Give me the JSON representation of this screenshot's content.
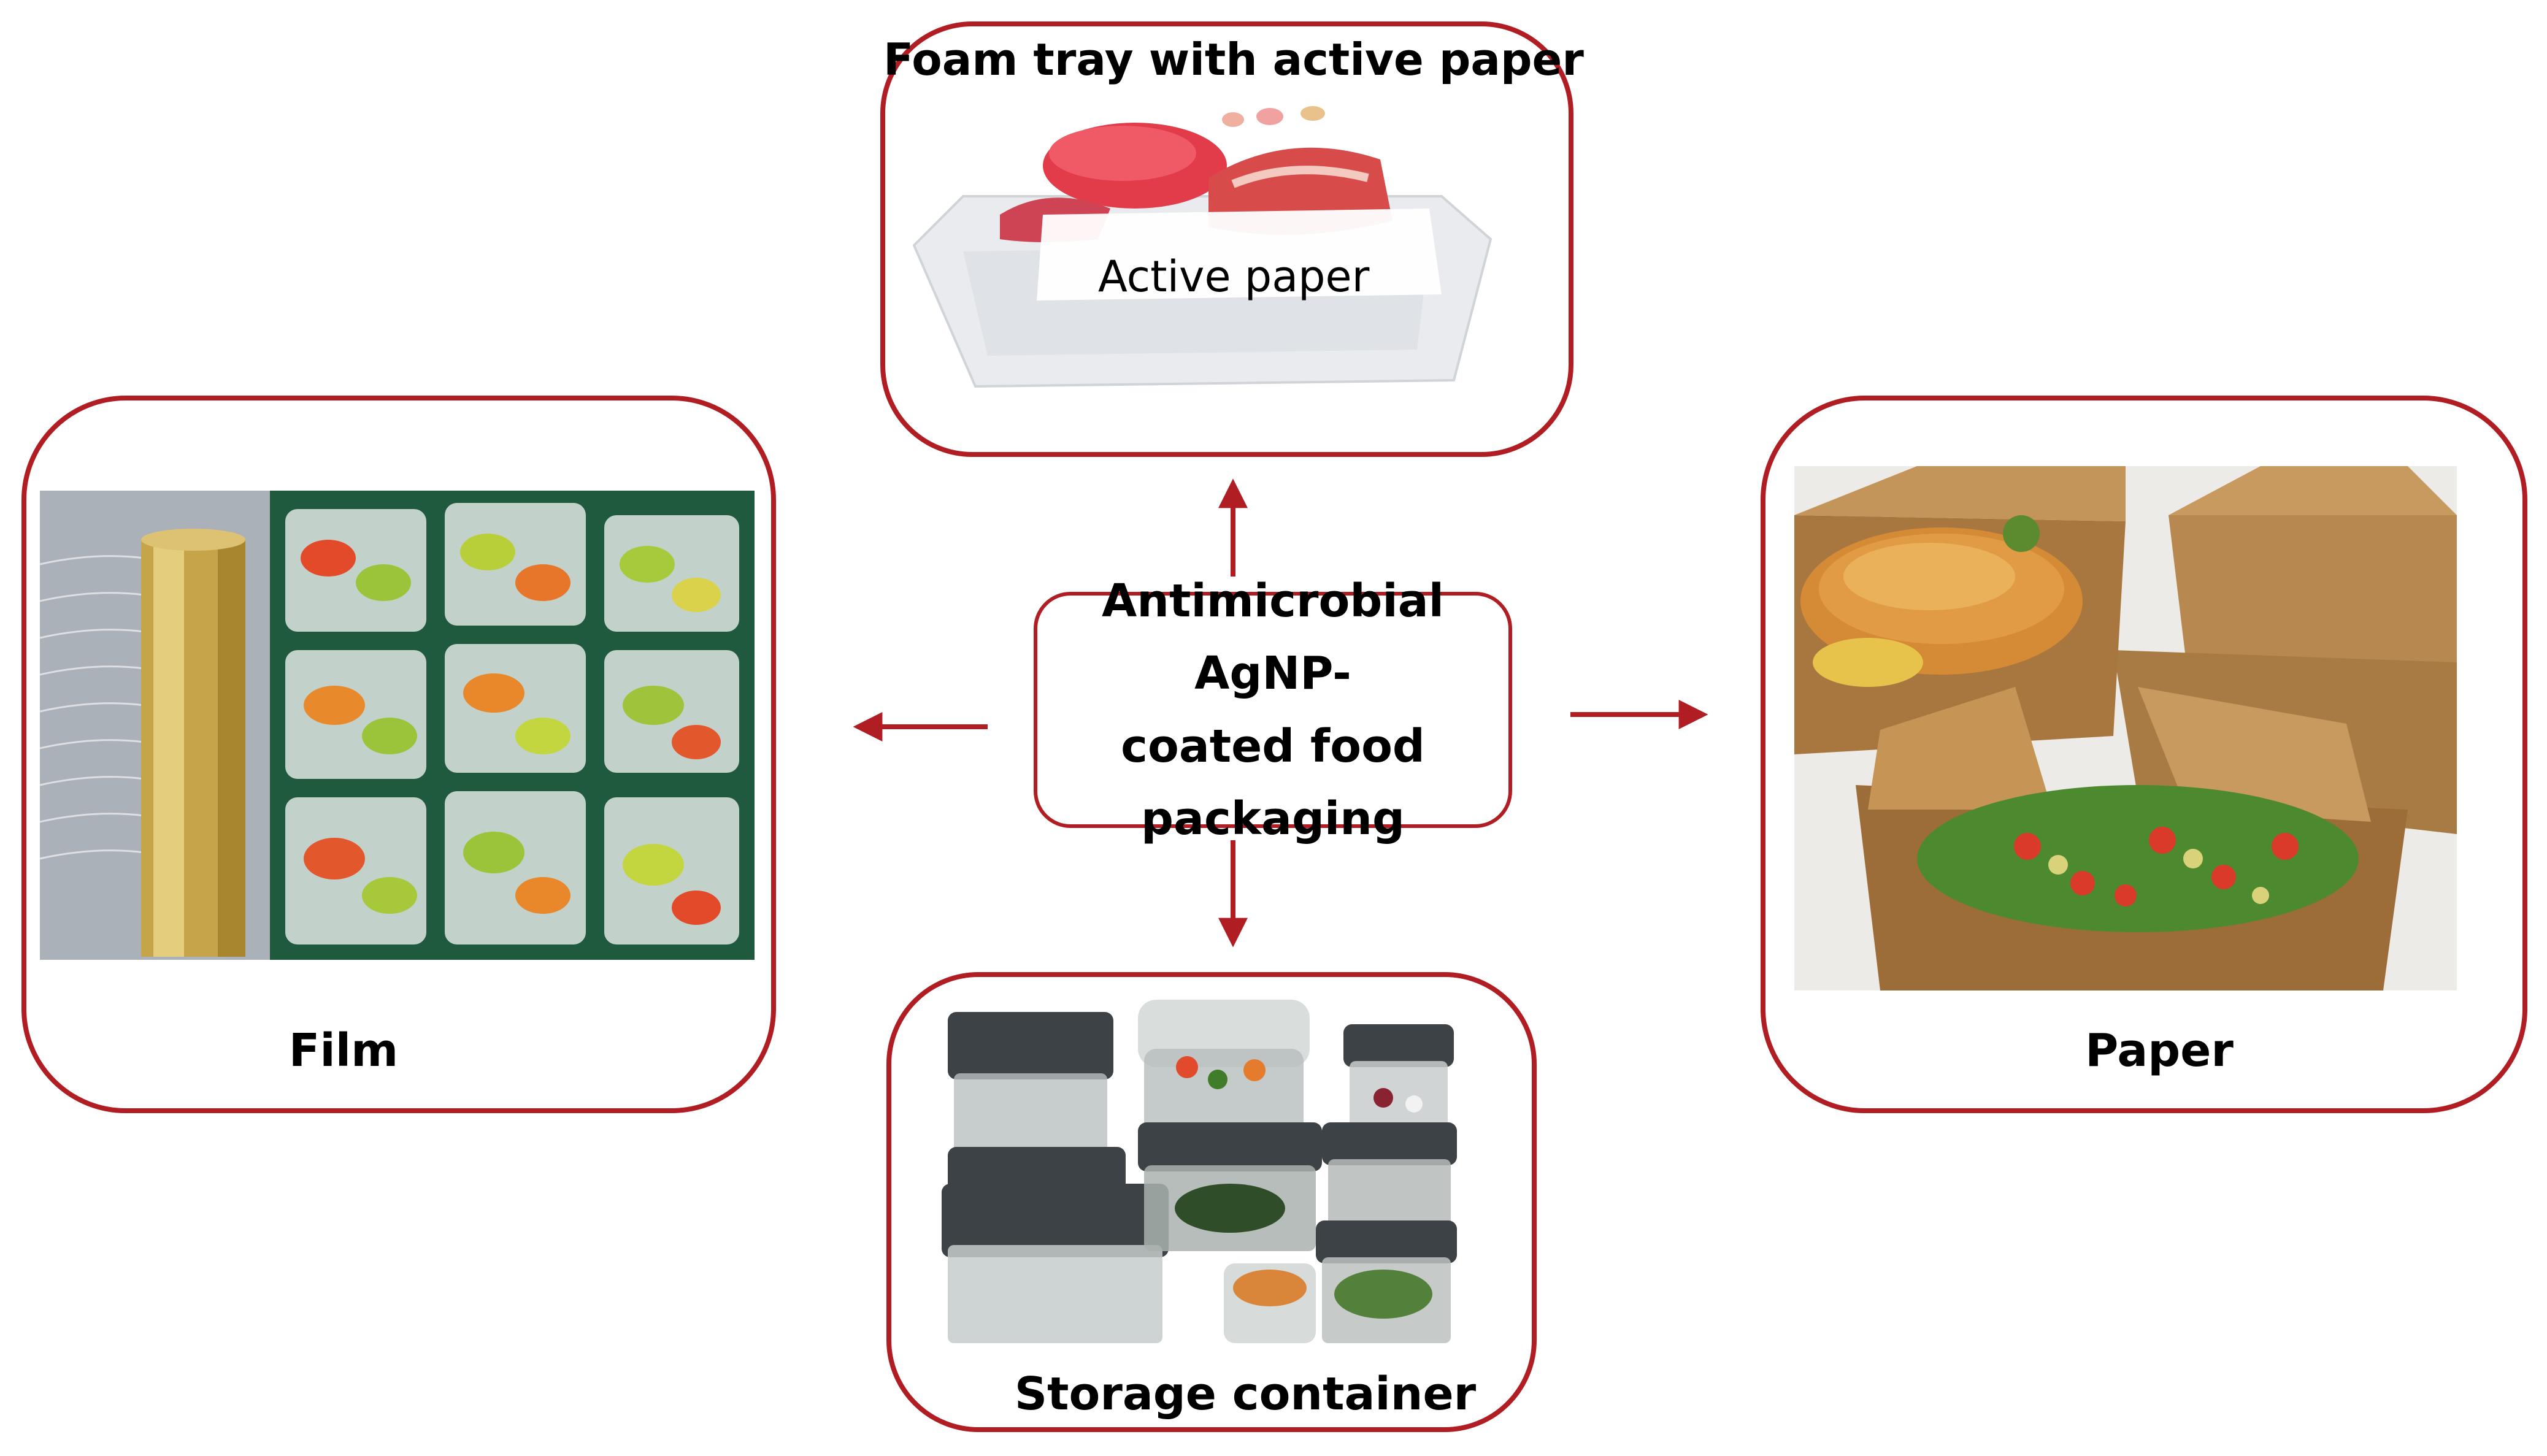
{
  "center": {
    "lines": [
      "Antimicrobial AgNP-",
      "coated food",
      "packaging"
    ]
  },
  "top": {
    "title": "Foam tray with active paper",
    "inner_label": "Active paper"
  },
  "left": {
    "label": "Film"
  },
  "right": {
    "label": "Paper"
  },
  "bottom": {
    "label": "Storage container"
  },
  "colors": {
    "accent": "#b01e23"
  }
}
